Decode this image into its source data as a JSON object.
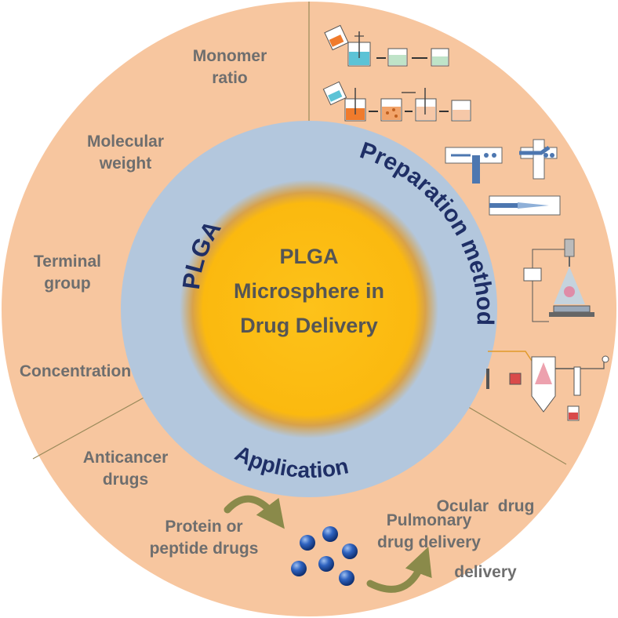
{
  "center": {
    "line1": "PLGA",
    "line2": "Microsphere in",
    "line3": "Drug Delivery"
  },
  "ring": {
    "plga": "PLGA",
    "preparation": "Preparation method",
    "application": "Application"
  },
  "plga_factors": {
    "monomer_ratio": [
      "Monomer",
      "ratio"
    ],
    "molecular_weight": [
      "Molecular",
      "weight"
    ],
    "terminal_group": [
      "Terminal",
      "group"
    ],
    "concentration": "Concentration"
  },
  "applications": {
    "anticancer": [
      "Anticancer",
      "drugs"
    ],
    "protein": [
      "Protein or",
      "peptide drugs"
    ],
    "pulmonary": [
      "Pulmonary",
      "drug delivery"
    ],
    "ocular": [
      "Ocular  drug",
      "delivery"
    ]
  },
  "colors": {
    "outer": "#f7c69f",
    "ring": "#b3c7dd",
    "core": "#fbbd12",
    "ring_text": "#1f2f66",
    "label_text": "#6e6e6e",
    "arrow": "#8a8a4a",
    "sphere": "#1e4fa8"
  },
  "icons": [
    "emulsion-process-schematic-icon",
    "double-emulsion-process-schematic-icon",
    "microfluidic-chip-icon",
    "electrospray-apparatus-icon",
    "spray-drying-apparatus-icon",
    "microspheres-icon",
    "curved-arrow-icon"
  ]
}
